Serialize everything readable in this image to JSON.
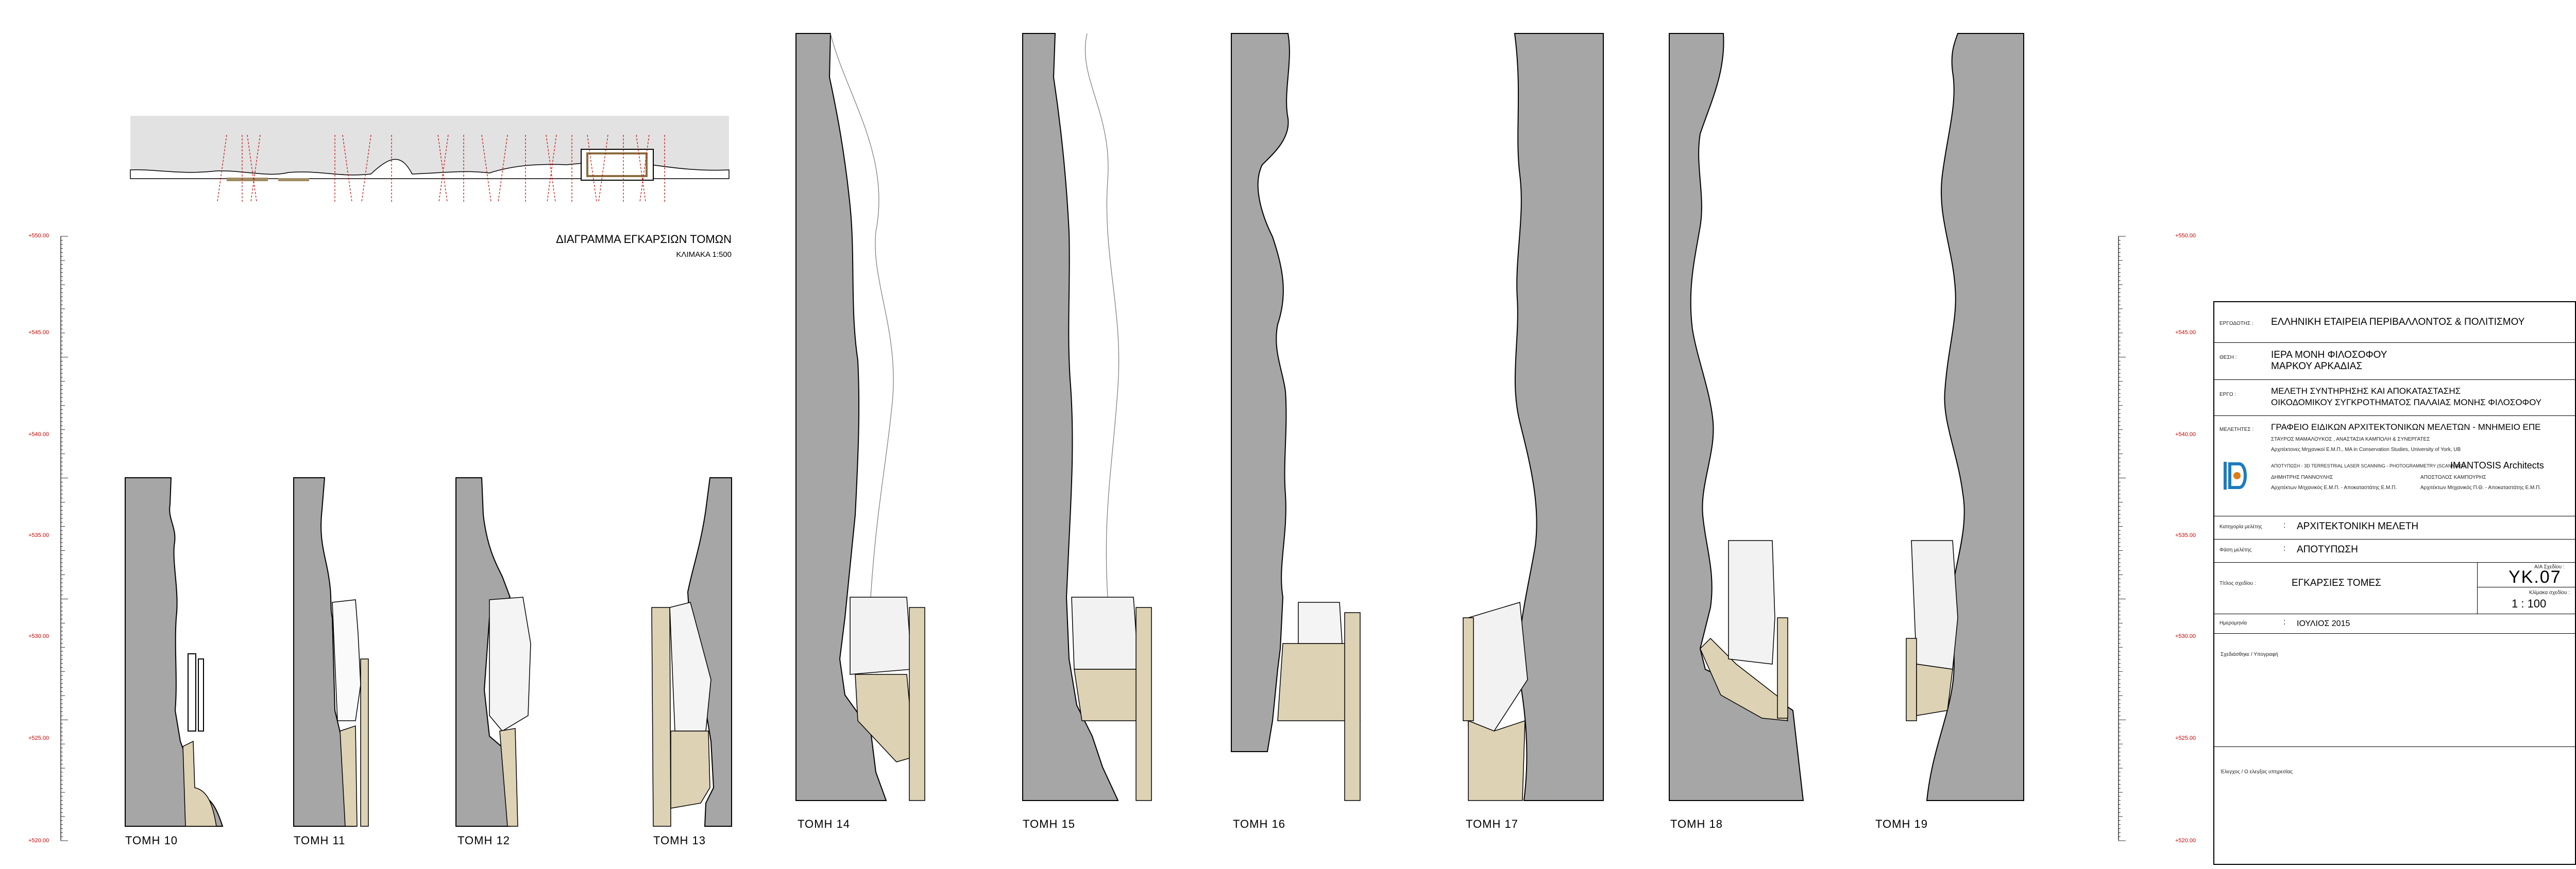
{
  "key_plan": {
    "title": "ΔΙΑΓΡΑΜΜΑ ΕΓΚΑΡΣΙΩΝ ΤΟΜΩΝ",
    "scale": "ΚΛΙΜΑΚΑ 1:500"
  },
  "elevation_ruler": {
    "labels": [
      "+550.00",
      "+545.00",
      "+540.00",
      "+535.00",
      "+530.00",
      "+525.00",
      "+520.00"
    ]
  },
  "sections": [
    "ΤΟΜΗ 10",
    "ΤΟΜΗ 11",
    "ΤΟΜΗ 12",
    "ΤΟΜΗ 13",
    "ΤΟΜΗ 14",
    "ΤΟΜΗ 15",
    "ΤΟΜΗ 16",
    "ΤΟΜΗ 17",
    "ΤΟΜΗ 18",
    "ΤΟΜΗ 19"
  ],
  "title_block": {
    "client_label": "ΕΡΓΟΔΟΤΗΣ :",
    "client": "ΕΛΛΗΝΙΚΗ ΕΤΑΙΡΕΙΑ ΠΕΡΙΒΑΛΛΟΝΤΟΣ & ΠΟΛΙΤΙΣΜΟΥ",
    "site_label": "ΘΕΣΗ :",
    "site_line1": "ΙΕΡΑ ΜΟΝΗ ΦΙΛΟΣΟΦΟΥ",
    "site_line2": "ΜΑΡΚΟΥ ΑΡΚΑΔΙΑΣ",
    "project_label": "ΕΡΓΟ :",
    "project_line1": "ΜΕΛΕΤΗ ΣΥΝΤΗΡΗΣΗΣ ΚΑΙ ΑΠΟΚΑΤΑΣΤΑΣΗΣ",
    "project_line2": "ΟΙΚΟΔΟΜΙΚΟΥ ΣΥΓΚΡΟΤΗΜΑΤΟΣ ΠΑΛΑΙΑΣ ΜΟΝΗΣ ΦΙΛΟΣΟΦΟΥ",
    "designers_label": "ΜΕΛΕΤΗΤΕΣ :",
    "office": "ΓΡΑΦΕΙΟ ΕΙΔΙΚΩΝ ΑΡΧΙΤΕΚΤΟΝΙΚΩΝ ΜΕΛΕΤΩΝ - ΜΝΗΜΕΙΟ ΕΠΕ",
    "office_people": "ΣΤΑΥΡΟΣ ΜΑΜΑΛΟΥΚΟΣ , ΑΝΑΣΤΑΣΙΑ ΚΑΜΠΟΛΗ & ΣΥΝΕΡΓΑΤΕΣ",
    "office_people_titles": "Αρχιτέκτονες Μηχανικοί Ε.Μ.Π., ΜΑ in Conservation Studies, University of York, UB",
    "survey_label": "ΑΠΟΤΥΠΩΣΗ - 3D TERRESTRIAL LASER SCANNING - PHOTOGRAMMETRY (SCANNING) :",
    "survey_company": "IMANTOSIS Architects",
    "survey_person1": "ΔΗΜΗΤΡΗΣ ΠΑΝΝΟΥΛΗΣ",
    "survey_person2": "ΑΠΟΣΤΟΛΟΣ ΚΑΜΠΟΥΡΗΣ",
    "survey_person1_title": "Αρχιτέκτων Μηχανικός Ε.Μ.Π. - Αποκαταστάτης Ε.Μ.Π.",
    "survey_person2_title": "Αρχιτέκτων Μηχανικός Π.Θ. - Αποκαταστάτης Ε.Μ.Π.",
    "category_label": "Κατηγορία μελέτης",
    "category": "ΑΡΧΙΤΕΚΤΟΝΙΚΗ ΜΕΛΕΤΗ",
    "phase_label": "Φάση μελέτης",
    "phase": "ΑΠΟΤΥΠΩΣΗ",
    "drawing_title_label": "Τίτλος σχεδίου :",
    "drawing_title": "ΕΓΚΑΡΣΙΕΣ  ΤΟΜΕΣ",
    "drawing_no_label": "Α/Α Σχεδίου :",
    "drawing_no": "ΥΚ.07",
    "scale_label": "Κλίμακα σχεδίου :",
    "scale": "1 : 100",
    "date_label": "Ημερομηνία",
    "date": "ΙΟΥΛΙΟΣ  2015",
    "drawn_label": "Σχεδιάσθηκε / Υπογραφή",
    "checked_label": "Έλεγχος / Ο ελεγξας υπηρεσίας"
  },
  "colors": {
    "rock": "#a6a6a6",
    "fill": "#ddd2b4",
    "section_line": "#000000",
    "ruler_label": "#cc0000"
  }
}
